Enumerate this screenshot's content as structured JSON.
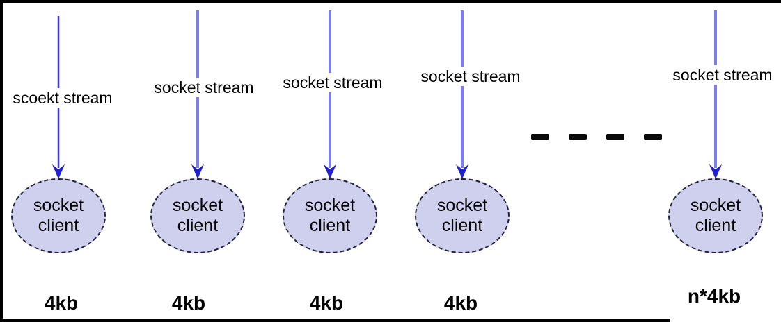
{
  "diagram": {
    "streams": [
      {
        "stream_label": "scoekt stream",
        "node_label": "socket\nclient",
        "size_label": "4kb"
      },
      {
        "stream_label": "socket stream",
        "node_label": "socket\nclient",
        "size_label": "4kb"
      },
      {
        "stream_label": "socket stream",
        "node_label": "socket\nclient",
        "size_label": "4kb"
      },
      {
        "stream_label": "socket stream",
        "node_label": "socket\nclient",
        "size_label": "4kb"
      },
      {
        "stream_label": "socket stream",
        "node_label": "socket\nclient",
        "size_label": "n*4kb"
      }
    ],
    "ellipsis": {
      "dash_count": 4
    },
    "colors": {
      "arrow_shaft": "#7d7df2",
      "arrow_shaft_first": "#3a3ae0",
      "arrow_head": "#2121cc",
      "node_fill": "#cfcfee",
      "node_border": "#22223c",
      "dash": "#0a0a0a",
      "frame": "#000000"
    }
  }
}
